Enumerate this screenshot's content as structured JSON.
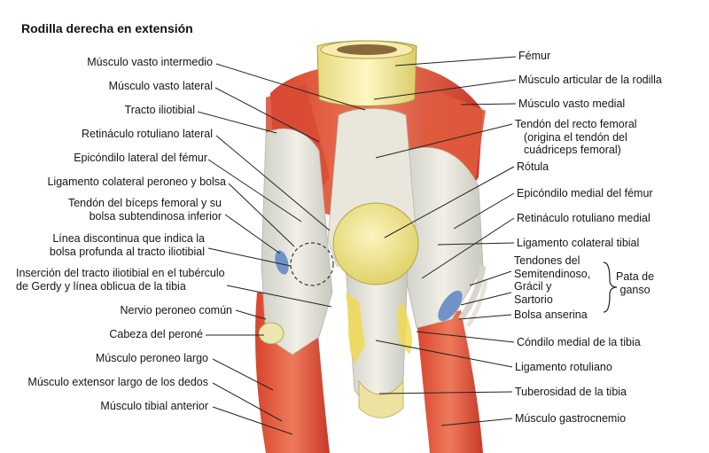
{
  "title": "Rodilla derecha en extensión",
  "labels_left": [
    {
      "id": "vasto-intermedio",
      "lines": [
        "Músculo vasto intermedio"
      ]
    },
    {
      "id": "vasto-lateral",
      "lines": [
        "Músculo vasto lateral"
      ]
    },
    {
      "id": "tracto-iliotibial",
      "lines": [
        "Tracto iliotibial"
      ]
    },
    {
      "id": "retinaculo-lateral",
      "lines": [
        "Retináculo rotuliano lateral"
      ]
    },
    {
      "id": "epicondilo-lateral",
      "lines": [
        "Epicóndilo lateral del fémur"
      ]
    },
    {
      "id": "colateral-peroneo",
      "lines": [
        "Ligamento colateral peroneo y bolsa"
      ]
    },
    {
      "id": "biceps-femoral",
      "lines": [
        "Tendón del bíceps femoral y su",
        "bolsa subtendinosa inferior"
      ]
    },
    {
      "id": "linea-discontinua",
      "lines": [
        "Línea discontinua que indica la",
        "bolsa profunda al tracto iliotibial"
      ]
    },
    {
      "id": "insercion-tracto",
      "lines": [
        "Inserción del tracto iliotibial en el tubérculo",
        "de Gerdy y línea oblicua de la tibia"
      ]
    },
    {
      "id": "nervio-peroneo",
      "lines": [
        "Nervio peroneo común"
      ]
    },
    {
      "id": "cabeza-perone",
      "lines": [
        "Cabeza del peroné"
      ]
    },
    {
      "id": "peroneo-largo",
      "lines": [
        "Músculo peroneo largo"
      ]
    },
    {
      "id": "extensor-largo",
      "lines": [
        "Músculo extensor largo de los dedos"
      ]
    },
    {
      "id": "tibial-anterior",
      "lines": [
        "Músculo tibial anterior"
      ]
    }
  ],
  "labels_right": [
    {
      "id": "femur",
      "lines": [
        "Fémur"
      ]
    },
    {
      "id": "articular-rodilla",
      "lines": [
        "Músculo articular de la rodilla"
      ]
    },
    {
      "id": "vasto-medial",
      "lines": [
        "Músculo vasto medial"
      ]
    },
    {
      "id": "recto-femoral",
      "lines": [
        "Tendón del recto femoral",
        "(origina el tendón del",
        "cuádriceps femoral)"
      ]
    },
    {
      "id": "rotula",
      "lines": [
        "Rótula"
      ]
    },
    {
      "id": "epicondilo-medial",
      "lines": [
        "Epicóndilo medial del fémur"
      ]
    },
    {
      "id": "retinaculo-medial",
      "lines": [
        "Retináculo rotuliano medial"
      ]
    },
    {
      "id": "colateral-tibial",
      "lines": [
        "Ligamento colateral tibial"
      ]
    },
    {
      "id": "tendones-pata",
      "lines": [
        "Tendones del",
        "Semitendinoso,",
        "Grácil y",
        "Sartorio"
      ]
    },
    {
      "id": "bolsa-anserina",
      "lines": [
        "Bolsa anserina"
      ]
    },
    {
      "id": "condilo-medial",
      "lines": [
        "Cóndilo medial de la tibia"
      ]
    },
    {
      "id": "ligamento-rotuliano",
      "lines": [
        "Ligamento rotuliano"
      ]
    },
    {
      "id": "tuberosidad-tibia",
      "lines": [
        "Tuberosidad de la tibia"
      ]
    },
    {
      "id": "gastrocnemio",
      "lines": [
        "Músculo gastrocnemio"
      ]
    }
  ],
  "pata_de_ganso": {
    "lines": [
      "Pata de",
      "ganso"
    ]
  }
}
